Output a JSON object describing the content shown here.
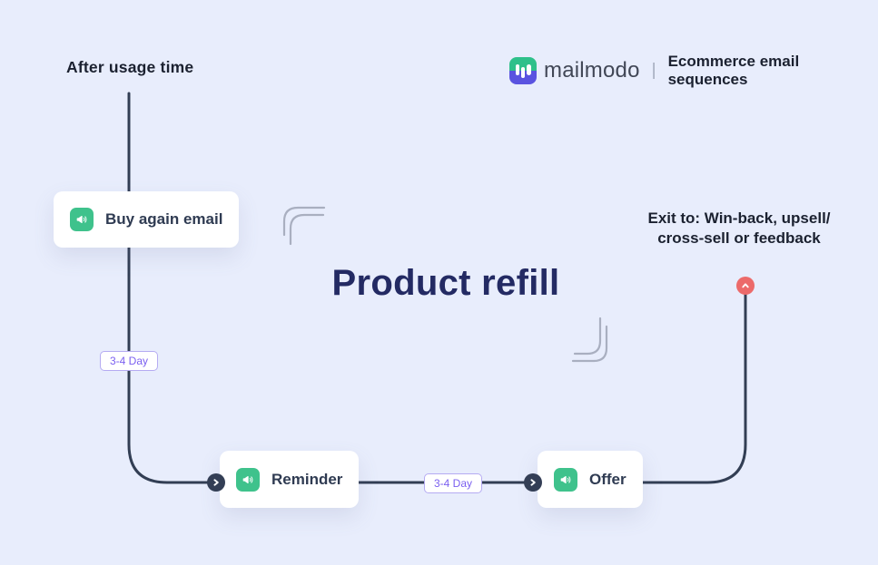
{
  "title": "Product refill",
  "entry_label": "After usage time",
  "brand": {
    "logo": "mailmodo-logo",
    "wordmark": "mailmodo",
    "separator": "|",
    "subtitle": "Ecommerce email sequences"
  },
  "exit_note": {
    "line1": "Exit to: Win-back, upsell/",
    "line2": "cross-sell or feedback"
  },
  "nodes": [
    {
      "id": "buy-again",
      "label": "Buy again email",
      "icon": "megaphone-icon"
    },
    {
      "id": "reminder",
      "label": "Reminder",
      "icon": "megaphone-icon"
    },
    {
      "id": "offer",
      "label": "Offer",
      "icon": "megaphone-icon"
    }
  ],
  "delays": [
    {
      "label": "3-4 Day"
    },
    {
      "label": "3-4 Day"
    }
  ],
  "colors": {
    "background": "#e8edfc",
    "connector": "#323e54",
    "node_icon_green": "#3fc28c",
    "exit_red": "#ec6a6a",
    "badge_purple": "#7a5ff0",
    "badge_border": "#b5abf2",
    "title_navy": "#232a63",
    "logo_green": "#2ec08a",
    "logo_indigo": "#5a53e0",
    "decorative_gray": "#a9afc0"
  }
}
